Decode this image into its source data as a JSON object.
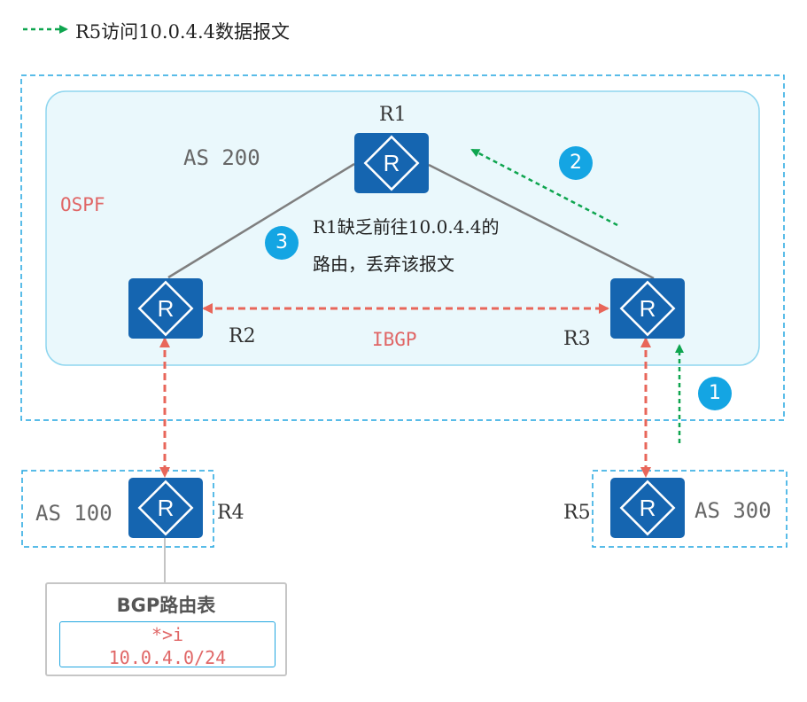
{
  "legend": {
    "label": "R5访问10.0.4.4数据报文",
    "color": "#0ea54f"
  },
  "as200": {
    "label": "AS 200",
    "igp_label": "OSPF",
    "ibgp_label": "IBGP"
  },
  "as100": {
    "label": "AS 100"
  },
  "as300": {
    "label": "AS 300"
  },
  "routers": {
    "r1": "R1",
    "r2": "R2",
    "r3": "R3",
    "r4": "R4",
    "r5": "R5"
  },
  "steps": {
    "s1": "1",
    "s2": "2",
    "s3": "3"
  },
  "note": {
    "line1": "R1缺乏前往10.0.4.4的",
    "line2": "路由，丢弃该报文"
  },
  "bgp_table": {
    "title": "BGP路由表",
    "flags": "*>i",
    "prefix": "10.0.4.0/24"
  },
  "colors": {
    "router": "#1565b0",
    "bgp_link": "#e8665a",
    "dashed_border": "#22a6e0",
    "badge": "#14a5e3",
    "as_fill": "#eaf8fc"
  }
}
